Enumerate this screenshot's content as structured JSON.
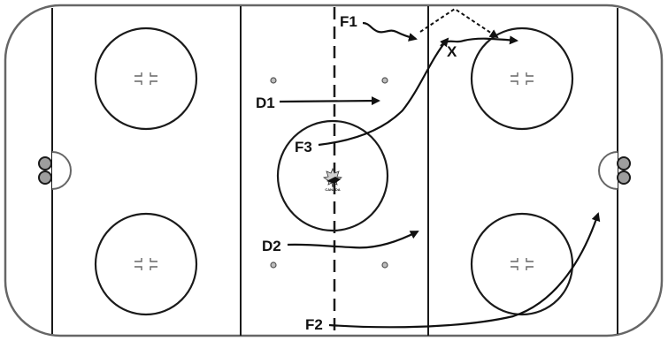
{
  "players": {
    "f1": "F1",
    "f2": "F2",
    "f3": "F3",
    "d1": "D1",
    "d2": "D2"
  },
  "marker": "X",
  "logo": {
    "wordmark": "CANADA",
    "icon": "maple-leaf-icon"
  },
  "colors": {
    "ink": "#111111",
    "board": "#666666",
    "net": "#9e9e9e"
  }
}
